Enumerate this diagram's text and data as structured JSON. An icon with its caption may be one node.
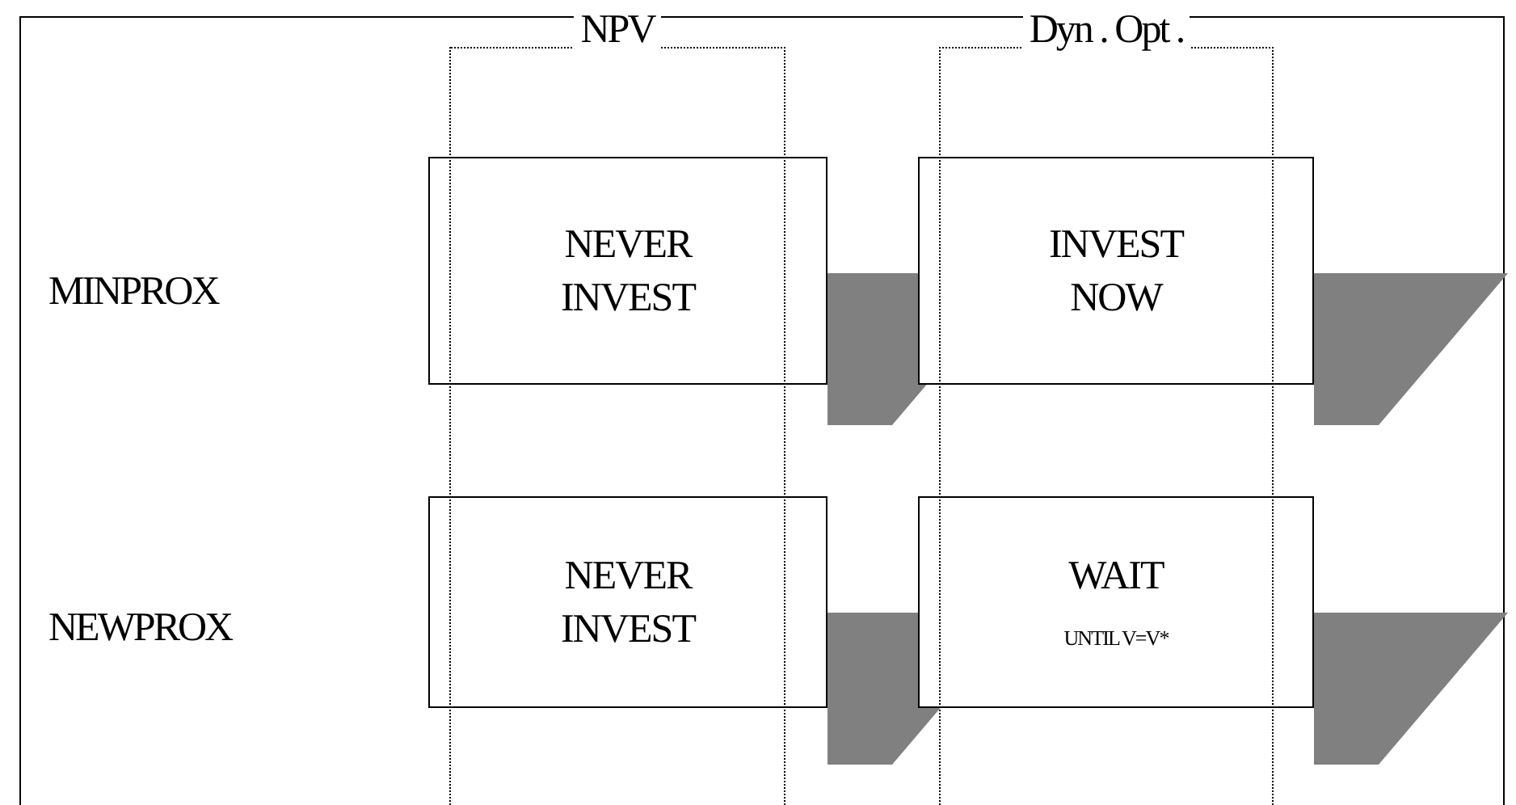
{
  "diagram": {
    "nodes": [
      {
        "text": [
          "NPV"
        ]
      },
      {
        "text": [
          "Dyn . Opt ."
        ]
      },
      {
        "text": [
          "NEVER INVEST"
        ]
      },
      {
        "text": [
          "INVEST NOW"
        ]
      },
      {
        "text": [
          "NEVER INVEST"
        ]
      },
      {
        "text": [
          "WAIT",
          "UNTIL V=V*"
        ]
      }
    ],
    "labels": [
      "MINPROX",
      "NEWPROX"
    ]
  }
}
